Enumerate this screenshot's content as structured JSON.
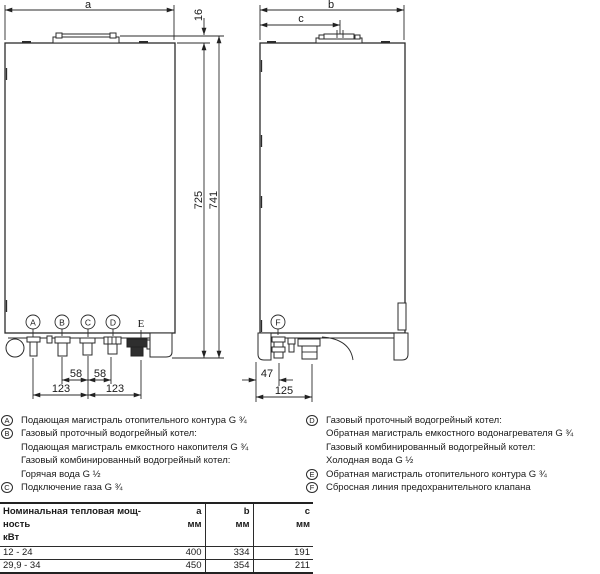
{
  "drawing": {
    "dims": {
      "a": "a",
      "b": "b",
      "c": "c",
      "top_offset": "16",
      "casing_height": "725",
      "total_height": "741",
      "spacing_58_left": "58",
      "spacing_58_right": "58",
      "spacing_123_left": "123",
      "spacing_123_right": "123",
      "offset_47": "47",
      "offset_125": "125"
    },
    "connections": {
      "a": "A",
      "b": "B",
      "c": "C",
      "d": "D",
      "e": "E",
      "f": "F"
    }
  },
  "legend": {
    "left": [
      {
        "m": "A",
        "t": "Подающая магистраль отопительного контура G ¾"
      },
      {
        "m": "B",
        "t": "Газовый проточный водогрейный котел:"
      },
      {
        "m": "",
        "t": "Подающая магистраль емкостного накопителя G ¾"
      },
      {
        "m": "",
        "t": "Газовый комбинированный водогрейный котел:"
      },
      {
        "m": "",
        "t": "Горячая вода G ½"
      },
      {
        "m": "C",
        "t": "Подключение газа G ¾"
      }
    ],
    "right": [
      {
        "m": "D",
        "t": "Газовый проточный водогрейный котел:"
      },
      {
        "m": "",
        "t": "Обратная магистраль емкостного водонагревателя G ¾"
      },
      {
        "m": "",
        "t": "Газовый комбинированный водогрейный котел:"
      },
      {
        "m": "",
        "t": "Холодная вода G ½"
      },
      {
        "m": "E",
        "t": "Обратная магистраль отопительного контура G ¾"
      },
      {
        "m": "F",
        "t": "Сбросная линия предохранительного клапана"
      }
    ]
  },
  "table": {
    "header": {
      "title_line1": "Номинальная тепловая мощ-",
      "title_line2": "ность",
      "title_line3": "кВт",
      "col_a": "a",
      "col_b": "b",
      "col_c": "c",
      "unit": "мм"
    },
    "rows": [
      {
        "power": "12 - 24",
        "a": "400",
        "b": "334",
        "c": "191"
      },
      {
        "power": "29,9 - 34",
        "a": "450",
        "b": "354",
        "c": "211"
      }
    ]
  }
}
